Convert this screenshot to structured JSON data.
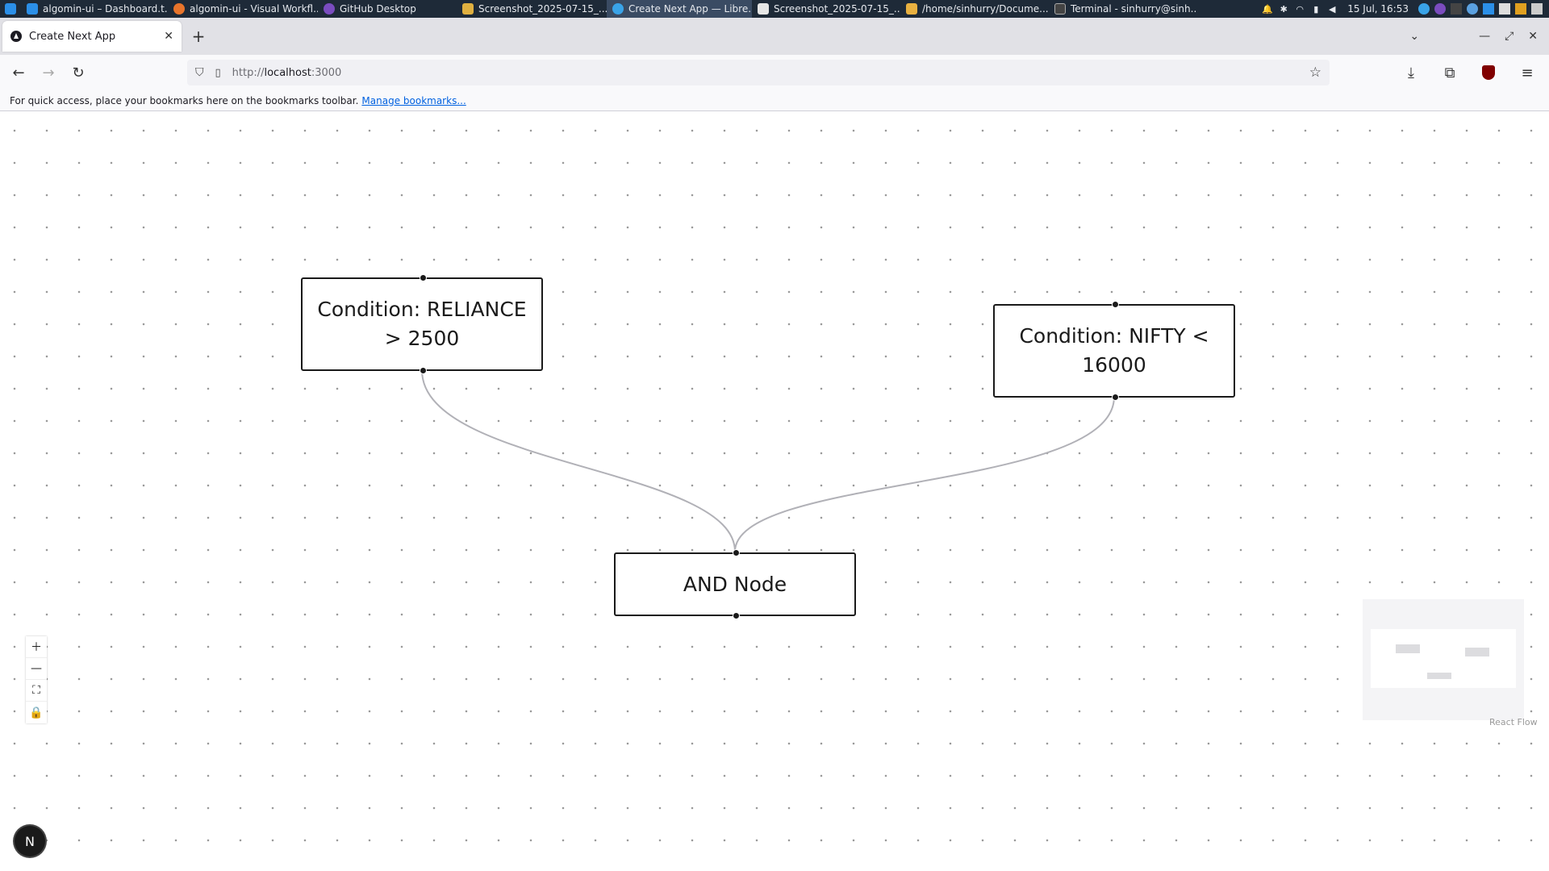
{
  "taskbar": {
    "items": [
      {
        "label": "algomin-ui – Dashboard.t...",
        "icon": "vscode-icon",
        "color": "#2b8fe8"
      },
      {
        "label": "algomin-ui - Visual Workfl...",
        "icon": "firefox-icon",
        "color": "#e8742b"
      },
      {
        "label": "GitHub Desktop",
        "icon": "github-desktop-icon",
        "color": "#7a4cbf"
      },
      {
        "label": "Screenshot_2025-07-15_...",
        "icon": "image-viewer-icon",
        "color": "#e0b040"
      },
      {
        "label": "Create Next App — Libre...",
        "icon": "librewolf-icon",
        "color": "#39a3e8"
      },
      {
        "label": "Screenshot_2025-07-15_...",
        "icon": "screenshot-icon",
        "color": "#e6e6e6"
      },
      {
        "label": "/home/sinhurry/Docume...",
        "icon": "folder-icon",
        "color": "#e8b040"
      },
      {
        "label": "Terminal - sinhurry@sinh...",
        "icon": "terminal-icon",
        "color": "#444444"
      }
    ],
    "clock": "15 Jul, 16:53"
  },
  "browser": {
    "tab_title": "Create Next App",
    "url_protocol": "http://",
    "url_host": "localhost",
    "url_port": ":3000",
    "bookmarks_hint": "For quick access, place your bookmarks here on the bookmarks toolbar.",
    "bookmarks_link": "Manage bookmarks..."
  },
  "flow": {
    "nodes": [
      {
        "id": "reliance",
        "label": "Condition: RELIANCE > 2500"
      },
      {
        "id": "nifty",
        "label": "Condition: NIFTY < 16000"
      },
      {
        "id": "and",
        "label": "AND Node"
      }
    ],
    "edges": [
      {
        "from": "reliance",
        "to": "and"
      },
      {
        "from": "nifty",
        "to": "and"
      }
    ],
    "attribution": "React Flow",
    "edge_color": "#b1b1b7"
  },
  "next_badge": "N"
}
